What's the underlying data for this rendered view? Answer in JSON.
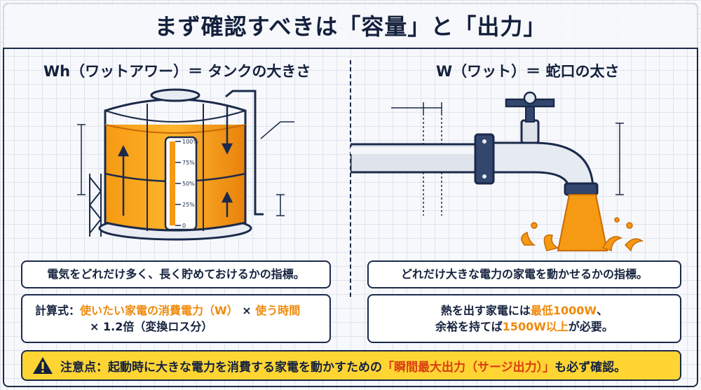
{
  "title": "まず確認すべきは「容量」と「出力」",
  "left": {
    "heading": "Wh（ワットアワー）＝ タンクの大きさ",
    "gauge": {
      "t100": "100%",
      "t75": "75%",
      "t50": "50%",
      "t25": "25%",
      "t0": "0"
    },
    "desc": "電気をどれだけ多く、長く貯めておけるかの指標。",
    "formula": {
      "label": "計算式：",
      "part1": "使いたい家電の消費電力（W）",
      "times": " × ",
      "part2": "使う時間",
      "line2": "× 1.2倍（変換ロス分）"
    }
  },
  "right": {
    "heading": "W（ワット）＝ 蛇口の太さ",
    "desc": "どれだけ大きな電力の家電を動かせるかの指標。",
    "power": {
      "a1": "熱を出す家電には",
      "a2": "最低1000W",
      "a3": "、",
      "b1": "余裕を持てば",
      "b2": "1500W以上",
      "b3": "が必要。"
    }
  },
  "note": {
    "prefix": "注意点：起動時に大きな電力を消費する家電を動かすための",
    "highlight": "「瞬間最大出力（サージ出力）」",
    "suffix": "も必ず確認。"
  },
  "colors": {
    "navy": "#1b2a4a",
    "orange": "#ef8a0b",
    "yellow": "#ffd534",
    "red": "#d93d12"
  }
}
